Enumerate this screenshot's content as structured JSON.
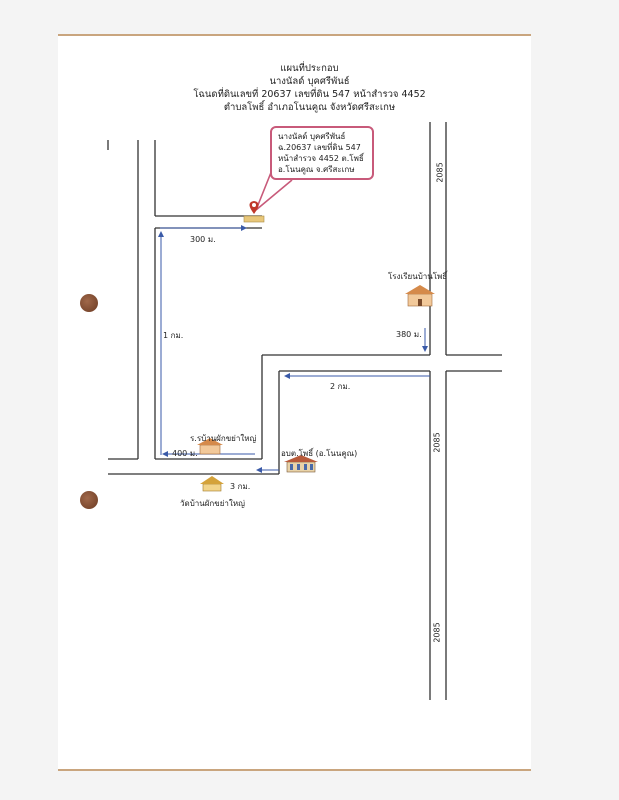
{
  "header": {
    "line1": "แผนที่ประกอบ",
    "line2": "นางนัลด์ บุคศรีพันธ์",
    "line3": "โฉนดที่ดินเลขที่ 20637 เลขที่ดิน 547 หน้าสำรวจ 4452",
    "line4": "ตำบลโพธิ์ อำเภอโนนคูณ จังหวัดศรีสะเกษ"
  },
  "callout": {
    "line1": "นางนัลด์ บุคศรีพันธ์",
    "line2": "ฉ.20637 เลขที่ดิน 547",
    "line3": "หน้าสำรวจ 4452 ต.โพธิ์",
    "line4": "อ.โนนคูณ จ.ศรีสะเกษ"
  },
  "roads": {
    "road_2085_a": "2085",
    "road_2085_b": "2085",
    "road_2085_c": "2085"
  },
  "distances": {
    "d300": "300 ม.",
    "d1km": "1 กม.",
    "d380": "380 ม.",
    "d2km": "2 กม.",
    "d400": "400 ม.",
    "d3km": "3 กม."
  },
  "places": {
    "school_potho": "โรงเรียนบ้านโพธิ์",
    "school_phakkhayai": "ร.รบ้านผักขย่าใหญ่",
    "sao": "อบต.โพธิ์ (อ.โนนคูณ)",
    "temple": "วัดบ้านผักขย่าใหญ่"
  },
  "icons": {
    "pin": "location-pin-icon",
    "school": "school-building-icon",
    "office": "government-office-icon",
    "temple": "temple-icon"
  },
  "colors": {
    "road": "#333333",
    "arrow": "#3a5aa8",
    "callout_border": "#c85a7a",
    "pin": "#c0392b"
  }
}
